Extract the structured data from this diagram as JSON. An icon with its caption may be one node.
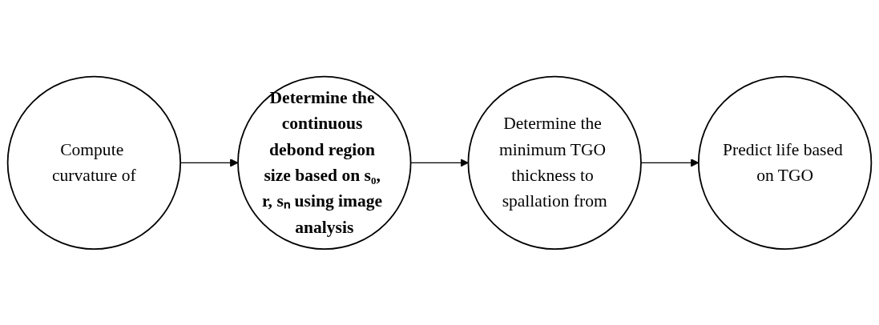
{
  "diagram": {
    "nodes": [
      {
        "text": [
          "Compute curvature of"
        ]
      },
      {
        "text": [
          "Determine the continuous debond region size based on s₀, r, sₙ using image analysis"
        ]
      },
      {
        "text": [
          "Determine the minimum TGO thickness to spallation from"
        ]
      },
      {
        "text": [
          "Predict life based on TGO"
        ]
      }
    ],
    "edges": [
      {
        "from": 0,
        "to": 1,
        "arrow": "to"
      },
      {
        "from": 1,
        "to": 2,
        "arrow": "to"
      },
      {
        "from": 2,
        "to": 3,
        "arrow": "to"
      }
    ]
  }
}
